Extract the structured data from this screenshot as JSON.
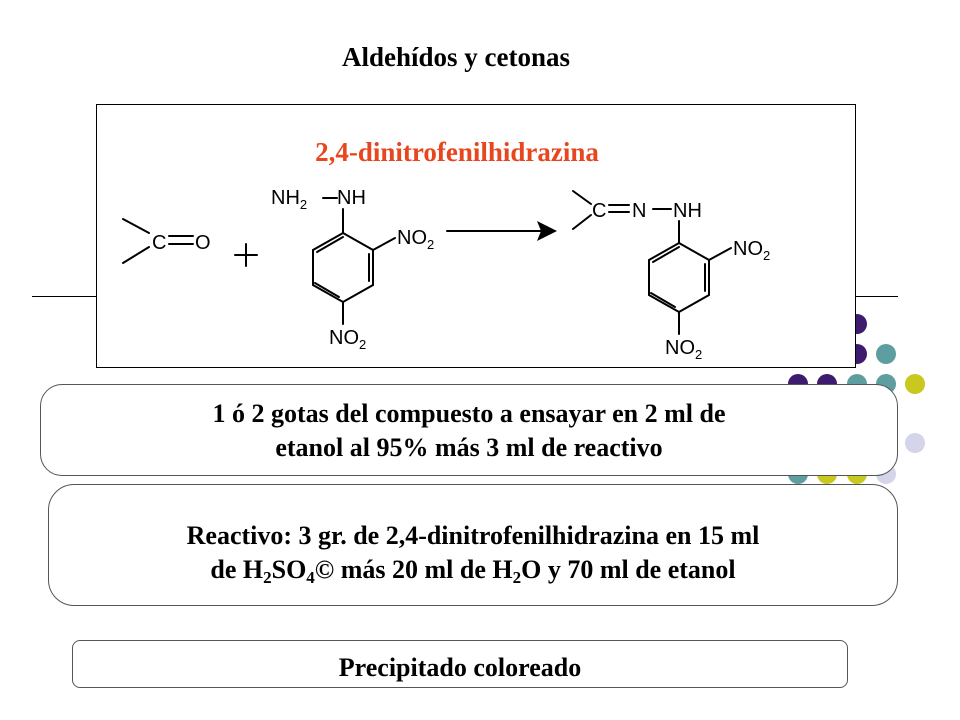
{
  "slide": {
    "title": "Aldehídos y cetonas"
  },
  "reaction": {
    "reagent_name": "2,4-dinitrofenilhidrazina",
    "carbonyl_c": "C",
    "carbonyl_o": "O",
    "plus": "+",
    "hydrazine_nh2": "NH",
    "hydrazine_nh2_sub": "2",
    "hydrazine_nh": "NH",
    "nitro": "NO",
    "nitro_sub": "2",
    "product_c": "C",
    "product_n": "N",
    "product_nh": "NH"
  },
  "boxes": {
    "procedure_line1": "1 ó 2 gotas del compuesto a ensayar en 2 ml de",
    "procedure_line2": "etanol al 95%  más 3 ml de reactivo",
    "reactivo_line1": "Reactivo: 3 gr. de 2,4-dinitrofenilhidrazina en 15 ml",
    "reactivo_l2_a": "de H",
    "reactivo_l2_sub1": "2",
    "reactivo_l2_b": "SO",
    "reactivo_l2_sub2": "4",
    "reactivo_l2_c": "© más 20 ml de H",
    "reactivo_l2_sub3": "2",
    "reactivo_l2_d": "O y 70 ml de etanol",
    "result": "Precipitado  coloreado"
  },
  "colors": {
    "reagent_title": "#e8461e",
    "dot_purple": "#3d1b6e",
    "dot_teal": "#5f9ea0",
    "dot_yellow": "#c8c81e",
    "dot_lavender": "#d4d4ea"
  }
}
